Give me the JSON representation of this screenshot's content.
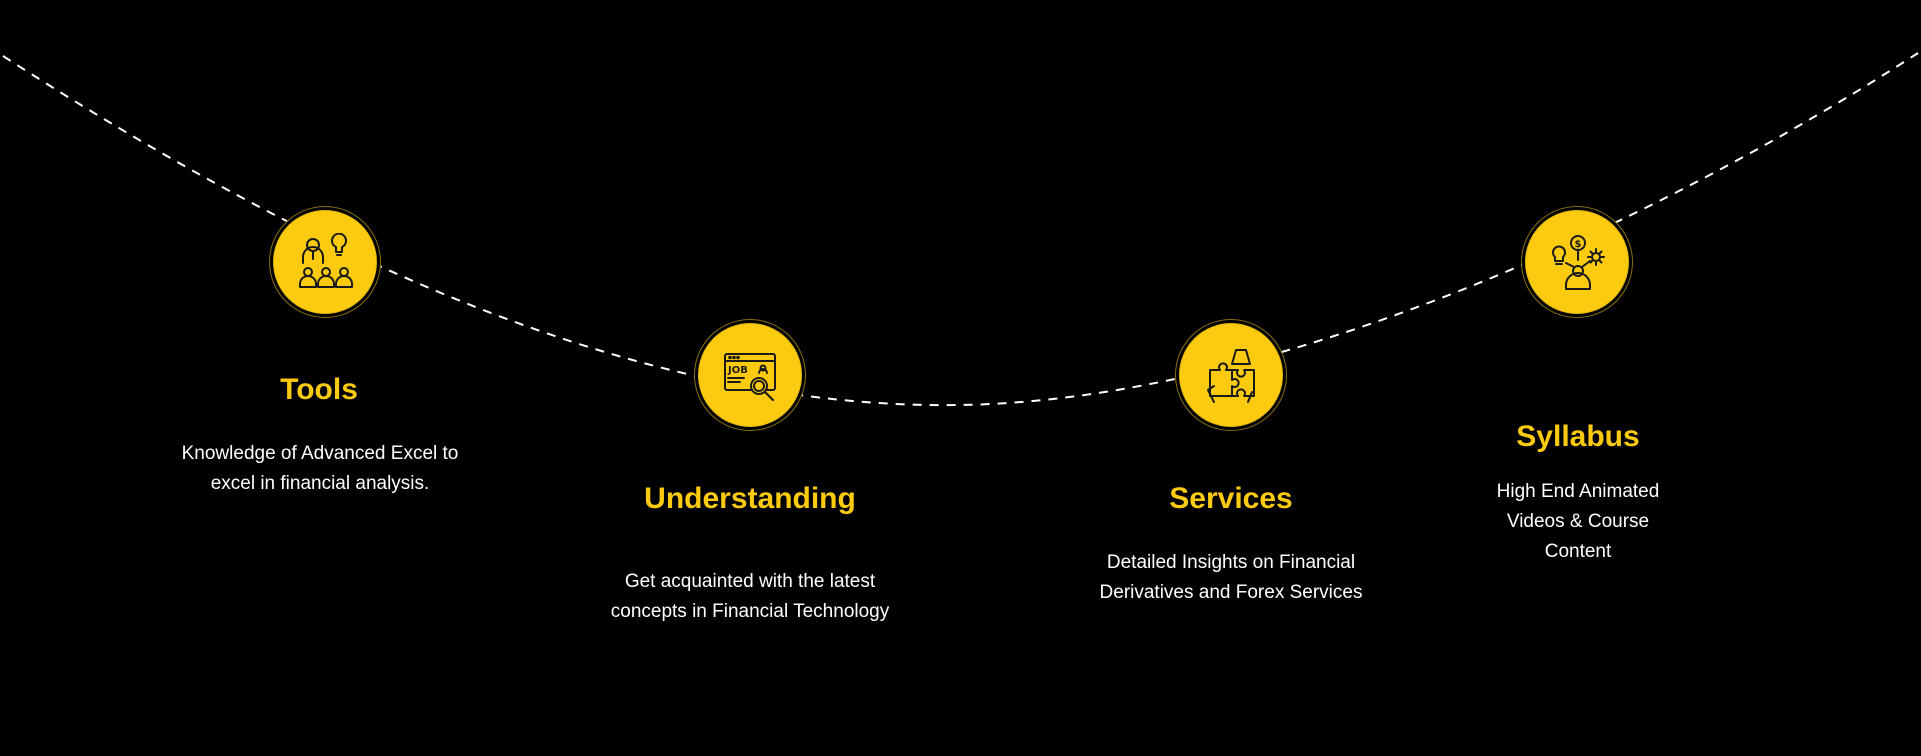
{
  "theme": {
    "background": "#000000",
    "accent": "#fccb0f",
    "text": "#ffffff",
    "connector": "#ffffff"
  },
  "steps": [
    {
      "title": "Tools",
      "icon": "training-presentation-icon",
      "description_lines": [
        "Knowledge of Advanced Excel to",
        "excel in financial analysis."
      ]
    },
    {
      "title": "Understanding",
      "icon": "job-search-icon",
      "description_lines": [
        "Get acquainted with the latest",
        "concepts in Financial Technology"
      ]
    },
    {
      "title": "Services",
      "icon": "puzzle-hands-icon",
      "description_lines": [
        "Detailed Insights on Financial",
        "Derivatives and Forex Services"
      ]
    },
    {
      "title": "Syllabus",
      "icon": "ideas-person-icon",
      "description_lines": [
        "High End Animated",
        "Videos & Course",
        "Content"
      ]
    }
  ]
}
